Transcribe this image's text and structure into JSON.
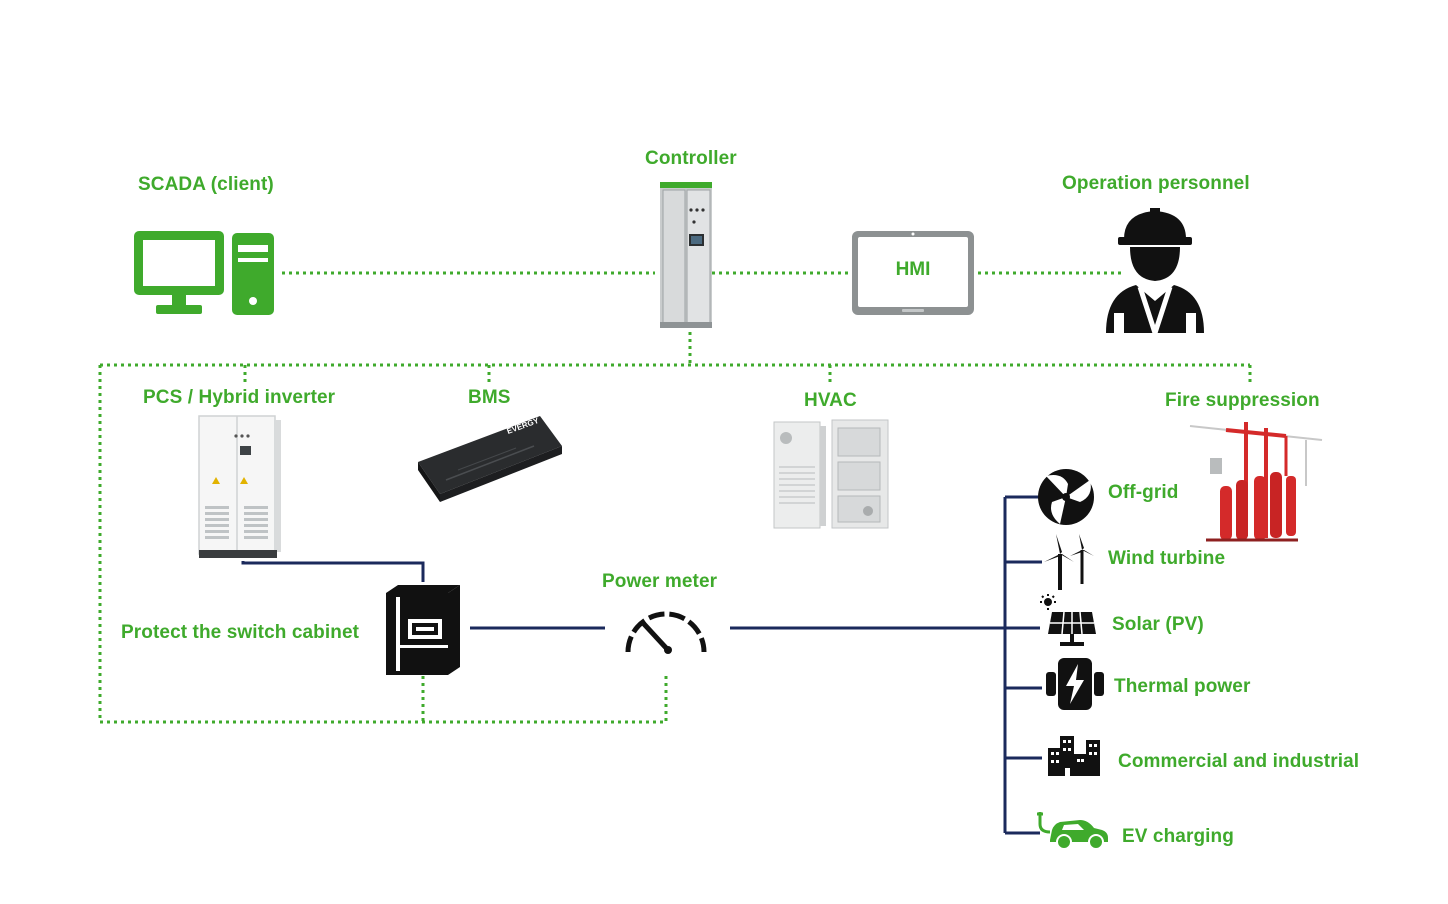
{
  "colors": {
    "accent": "#3faa2c",
    "power_line": "#1b2a5c",
    "icon_dark": "#111111",
    "fire_red": "#d42a2a"
  },
  "labels": {
    "scada": "SCADA (client)",
    "controller": "Controller",
    "operation": "Operation personnel",
    "hmi": "HMI",
    "pcs": "PCS / Hybrid inverter",
    "bms": "BMS",
    "hvac": "HVAC",
    "fire": "Fire suppression",
    "switch_cabinet": "Protect the switch cabinet",
    "power_meter": "Power meter"
  },
  "bms_brand": "EVERGY",
  "loads": [
    {
      "label": "Off-grid",
      "icon": "off-grid-icon"
    },
    {
      "label": "Wind turbine",
      "icon": "wind-turbine-icon"
    },
    {
      "label": "Solar (PV)",
      "icon": "solar-panel-icon"
    },
    {
      "label": "Thermal power",
      "icon": "thermal-power-icon"
    },
    {
      "label": "Commercial and industrial",
      "icon": "buildings-icon"
    },
    {
      "label": "EV charging",
      "icon": "ev-car-icon"
    }
  ]
}
